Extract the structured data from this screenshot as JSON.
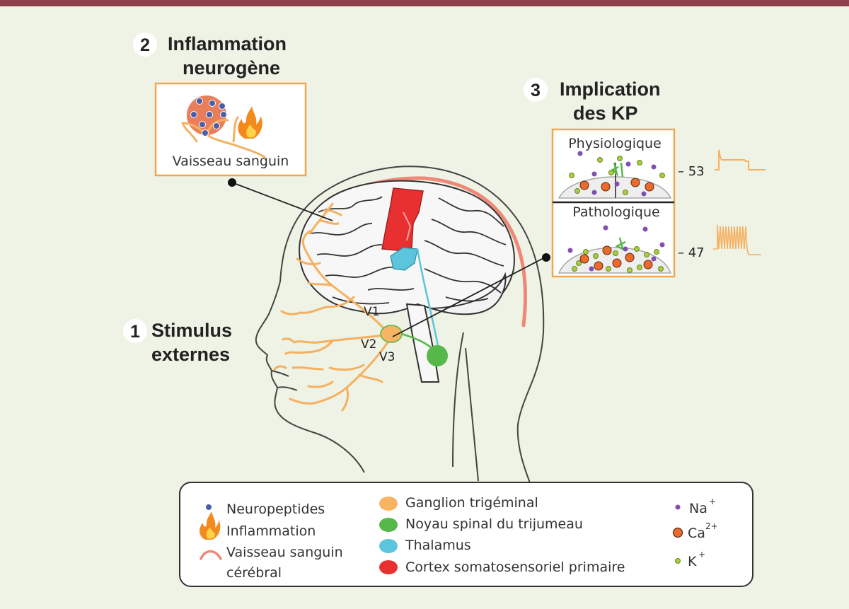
{
  "steps": {
    "step1": {
      "number": "1",
      "line1": "Stimulus",
      "line2": "externes"
    },
    "step2": {
      "number": "2",
      "line1": "Inflammation",
      "line2": "neurogène"
    },
    "step3": {
      "number": "3",
      "line1": "Implication",
      "line2": "des KP"
    }
  },
  "inflammation_box": {
    "label": "Vaisseau sanguin"
  },
  "kp_box": {
    "top_label": "Physiologique",
    "bottom_label": "Pathologique",
    "top_voltage": "– 53",
    "bottom_voltage": "– 47"
  },
  "nerve_labels": {
    "v1": "V1",
    "v2": "V2",
    "v3": "V3"
  },
  "legend": {
    "col1": {
      "neuropeptides": "Neuropeptides",
      "inflammation": "Inflammation",
      "vessel_line1": "Vaisseau sanguin",
      "vessel_line2": "cérébral"
    },
    "col2": {
      "ganglion": "Ganglion trigéminal",
      "noyau": "Noyau spinal du trijumeau",
      "thalamus": "Thalamus",
      "cortex": "Cortex somatosensoriel primaire"
    },
    "col3": {
      "na": "Na",
      "na_sup": "+",
      "ca": "Ca",
      "ca_sup": "2+",
      "k": "K",
      "k_sup": "+"
    }
  },
  "colors": {
    "background": "#eef3e5",
    "topbar": "#8e3f4f",
    "box_border": "#f0a850",
    "nerve": "#f5b060",
    "vessel": "#f08878",
    "cortex": "#e83030",
    "thalamus": "#5cc4dc",
    "ganglion": "#f7b462",
    "noyau": "#55b848",
    "na": "#8050b0",
    "ca": "#ec6a2c",
    "k": "#a8cc40",
    "neuropeptide": "#4a5fa8"
  }
}
